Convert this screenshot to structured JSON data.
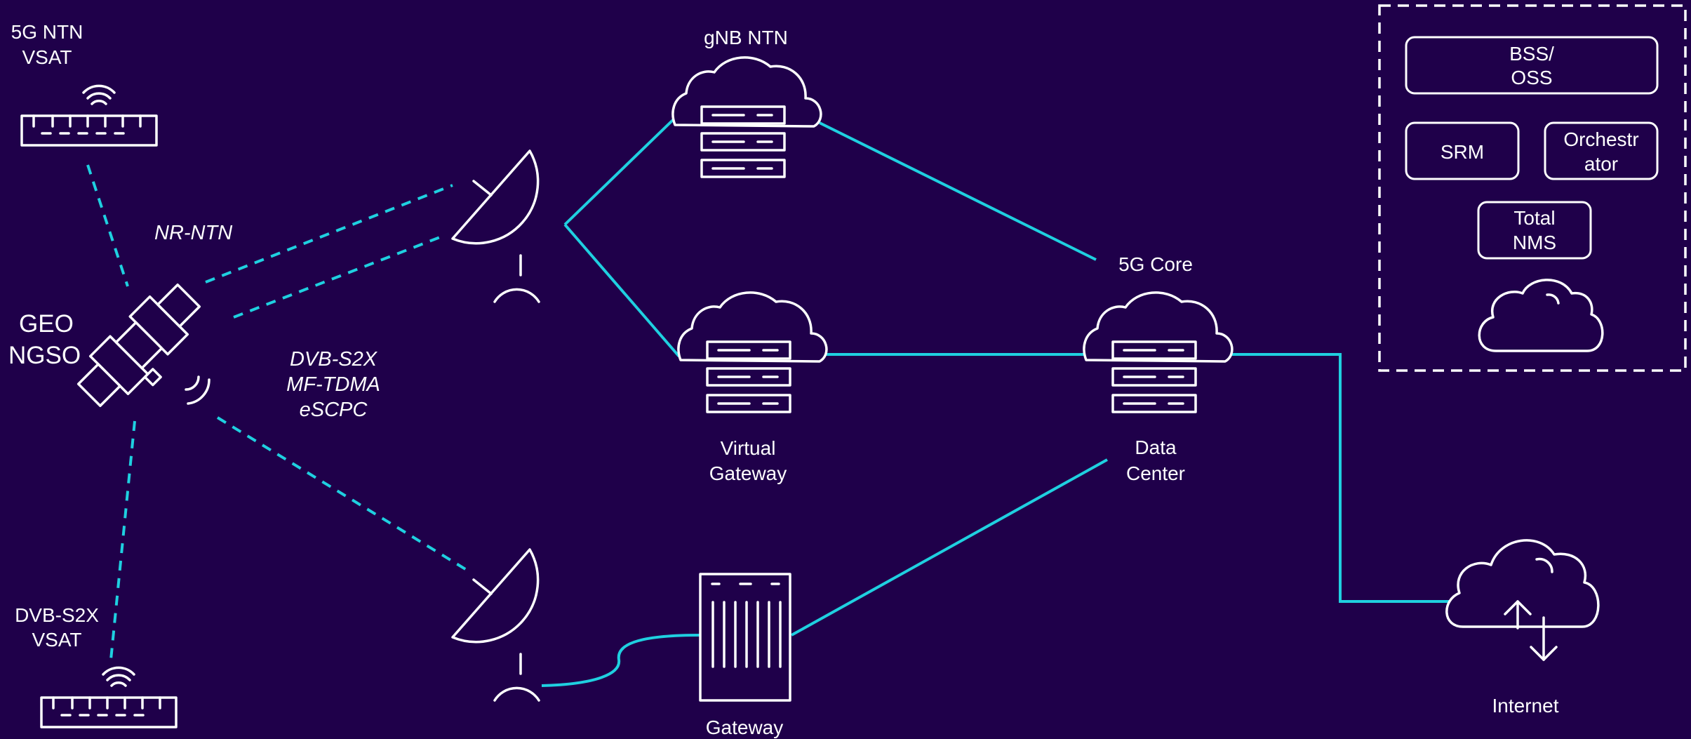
{
  "colors": {
    "background": "#1f004a",
    "link": "#1fd0e0",
    "foreground": "#ffffff"
  },
  "labels": {
    "vsat_ntn": [
      "5G NTN",
      "VSAT"
    ],
    "vsat_dvb": [
      "DVB-S2X",
      "VSAT"
    ],
    "satellite": [
      "GEO",
      "NGSO"
    ],
    "nr_ntn": "NR-NTN",
    "dvb_protocols": [
      "DVB-S2X",
      "MF-TDMA",
      "eSCPC"
    ],
    "gnb_ntn": "gNB NTN",
    "virtual_gateway": [
      "Virtual",
      "Gateway"
    ],
    "gateway": "Gateway",
    "core_5g": "5G Core",
    "data_center": [
      "Data",
      "Center"
    ],
    "internet": "Internet"
  },
  "management_panel": {
    "bss_oss": [
      "BSS/",
      "OSS"
    ],
    "srm": "SRM",
    "orchestrator": [
      "Orchestr",
      "ator"
    ],
    "total_nms": [
      "Total",
      "NMS"
    ]
  },
  "icons": [
    "satellite-icon",
    "dish-antenna-icon",
    "vsat-terminal-icon",
    "cloud-server-icon",
    "gateway-rack-icon",
    "internet-cloud-icon",
    "cloud-icon"
  ]
}
